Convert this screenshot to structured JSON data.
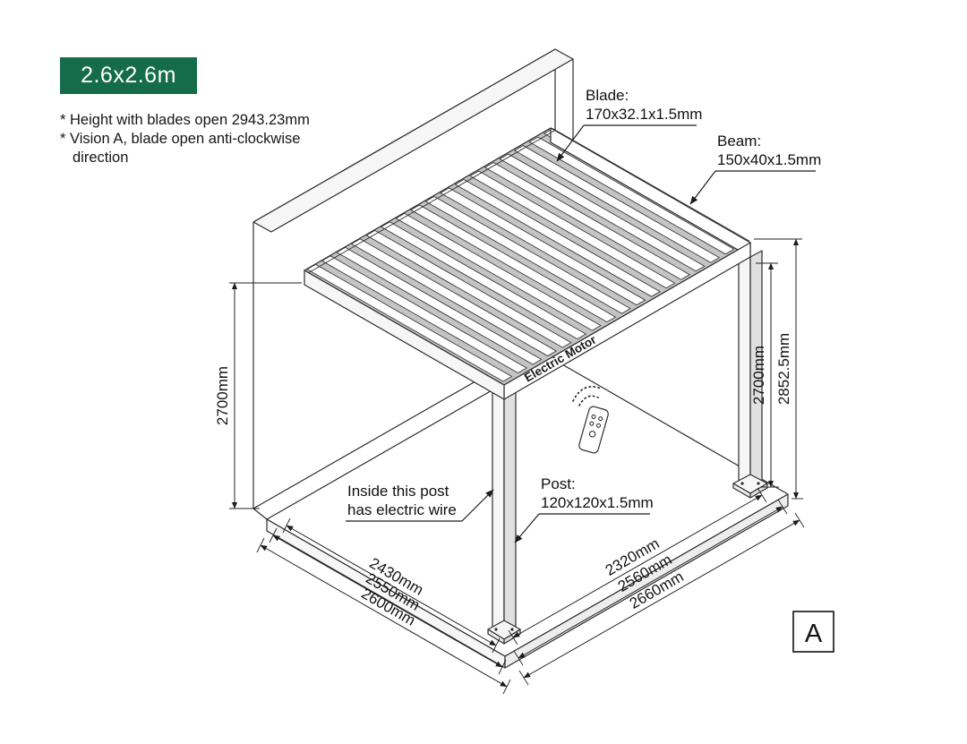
{
  "badge": {
    "label": "2.6x2.6m",
    "bg_color": "#156c4b",
    "text_color": "#ffffff"
  },
  "notes": {
    "line1": "* Height with blades open 2943.23mm",
    "line2": "* Vision A, blade open anti-clockwise",
    "line3": "direction"
  },
  "drawing": {
    "blade_count": 17,
    "line_color": "#2d2d2d",
    "labels": {
      "electric_motor": "Electric Motor"
    },
    "callouts": {
      "blade": {
        "title": "Blade:",
        "spec": "170x32.1x1.5mm"
      },
      "beam": {
        "title": "Beam:",
        "spec": "150x40x1.5mm"
      },
      "post": {
        "title": "Post:",
        "spec": "120x120x1.5mm"
      },
      "wire": {
        "line1": "Inside this post",
        "line2": "has electric wire"
      }
    },
    "dimensions": {
      "left_height": "2700mm",
      "right_height": "2700mm",
      "overall_height": "2852.5mm",
      "depths": [
        "2430mm",
        "2550mm",
        "2600mm"
      ],
      "widths": [
        "2320mm",
        "2560mm",
        "2660mm"
      ]
    }
  },
  "view_label": "A"
}
